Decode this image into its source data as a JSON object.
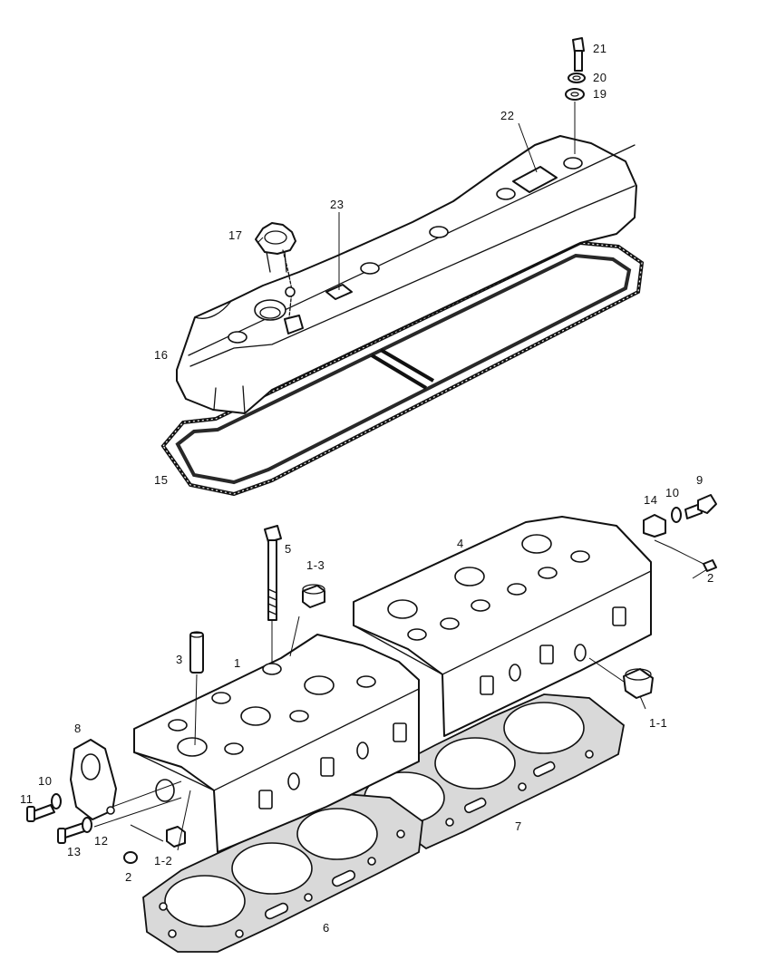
{
  "diagram": {
    "labels": {
      "l21": "21",
      "l20": "20",
      "l19": "19",
      "l22": "22",
      "l23": "23",
      "l17": "17",
      "l16": "16",
      "l15": "15",
      "l9": "9",
      "l10a": "10",
      "l14": "14",
      "l2a": "2",
      "l4": "4",
      "l5": "5",
      "l1_3": "1-3",
      "l3": "3",
      "l1": "1",
      "l1_1": "1-1",
      "l8": "8",
      "l10b": "10",
      "l11": "11",
      "l12": "12",
      "l13": "13",
      "l2b": "2",
      "l1_2": "1-2",
      "l7": "7",
      "l6": "6"
    }
  }
}
